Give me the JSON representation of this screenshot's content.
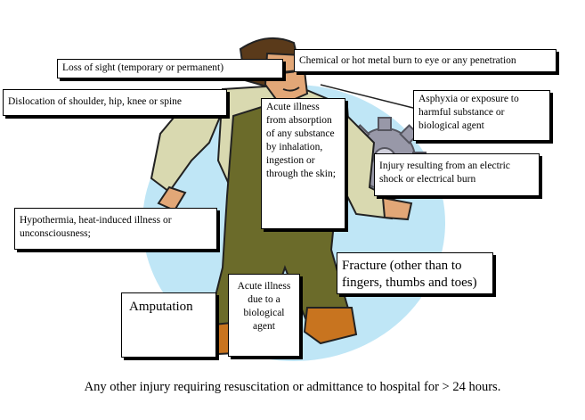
{
  "labels": {
    "loss_of_sight": "Loss of sight (temporary or permanent)",
    "chemical_burn": "Chemical or hot metal burn to eye or any penetration",
    "dislocation": "Dislocation of  shoulder, hip, knee or spine",
    "acute_absorption": "Acute illness from absorption of any substance by inhalation, ingestion or through the skin;",
    "asphyxia": "Asphyxia or exposure to harmful substance or biological agent",
    "electric_shock": "Injury resulting from an electric shock or electrical burn",
    "hypothermia": "Hypothermia, heat-induced illness or unconsciousness;",
    "fracture": "Fracture (other than to fingers, thumbs and toes)",
    "amputation": "Amputation",
    "acute_biological": "Acute illness due to a biological agent"
  },
  "footer": "Any other injury requiring resuscitation or admittance to hospital for > 24 hours.",
  "colors": {
    "background_circle": "#bfe6f6",
    "jacket": "#d9d9b0",
    "overalls": "#6b6b2a",
    "skin": "#e2a777",
    "hair": "#5a3a1a",
    "gear": "#9898a8",
    "boot": "#c8741f"
  }
}
